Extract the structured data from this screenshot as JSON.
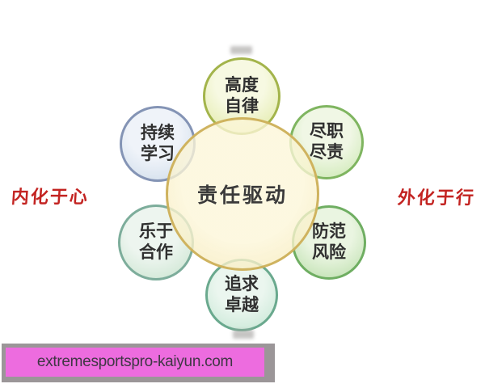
{
  "diagram": {
    "center": {
      "label": "责任驱动"
    },
    "satellites": [
      {
        "line1": "高度",
        "line2": "自律"
      },
      {
        "line1": "尽职",
        "line2": "尽责"
      },
      {
        "line1": "防范",
        "line2": "风险"
      },
      {
        "line1": "追求",
        "line2": "卓越"
      },
      {
        "line1": "乐于",
        "line2": "合作"
      },
      {
        "line1": "持续",
        "line2": "学习"
      }
    ],
    "side_labels": {
      "left": "内化于心",
      "right": "外化于行"
    }
  },
  "banner": {
    "text": "extremesportspro-kaiyun.com"
  },
  "colors": {
    "center_fill": "#faf3d2",
    "center_border": "#caac52",
    "satellite_top_fill": "#eaf0bf",
    "satellite_top_border": "#a3b44b",
    "satellite_topleft_fill": "#dbe5f0",
    "satellite_topleft_border": "#8494b5",
    "satellite_topright_fill": "#daeec6",
    "satellite_topright_border": "#7fb560",
    "satellite_bottomleft_fill": "#d8ebdc",
    "satellite_bottomleft_border": "#7dad9b",
    "satellite_bottomright_fill": "#cfe8c2",
    "satellite_bottomright_border": "#6fae62",
    "satellite_bottom_fill": "#d5eddf",
    "satellite_bottom_border": "#6aa98e",
    "side_label_text": "#c32422",
    "banner_fill": "#ed6cdf",
    "banner_border": "#9b9698",
    "banner_text": "#3f3744"
  }
}
